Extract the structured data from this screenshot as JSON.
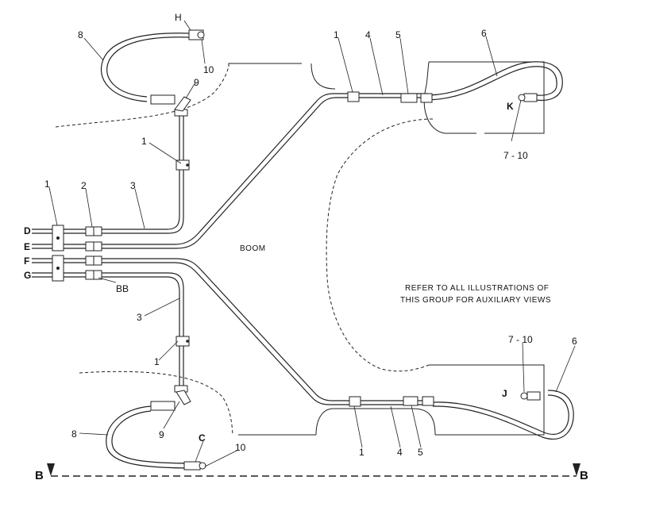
{
  "diagram": {
    "boom_label": "BOOM",
    "note_line1": "REFER TO ALL ILLUSTRATIONS OF",
    "note_line2": "THIS GROUP FOR AUXILIARY VIEWS",
    "section_left": "B",
    "section_right": "B",
    "ports": [
      "D",
      "E",
      "F",
      "G"
    ],
    "callouts": {
      "top_8": "8",
      "top_H": "H",
      "top_10": "10",
      "top_9": "9",
      "top_1": "1",
      "left_1": "1",
      "left_2": "2",
      "left_3": "3",
      "tr_1": "1",
      "tr_4": "4",
      "tr_5": "5",
      "tr_6": "6",
      "tr_K": "K",
      "tr_7_10": "7 - 10",
      "bb": "BB",
      "bl_3": "3",
      "bl_1": "1",
      "bl_9": "9",
      "bl_8": "8",
      "bl_C": "C",
      "bl_10": "10",
      "br_7_10": "7 - 10",
      "br_6": "6",
      "br_J": "J",
      "br_1": "1",
      "br_4": "4",
      "br_5": "5"
    }
  }
}
